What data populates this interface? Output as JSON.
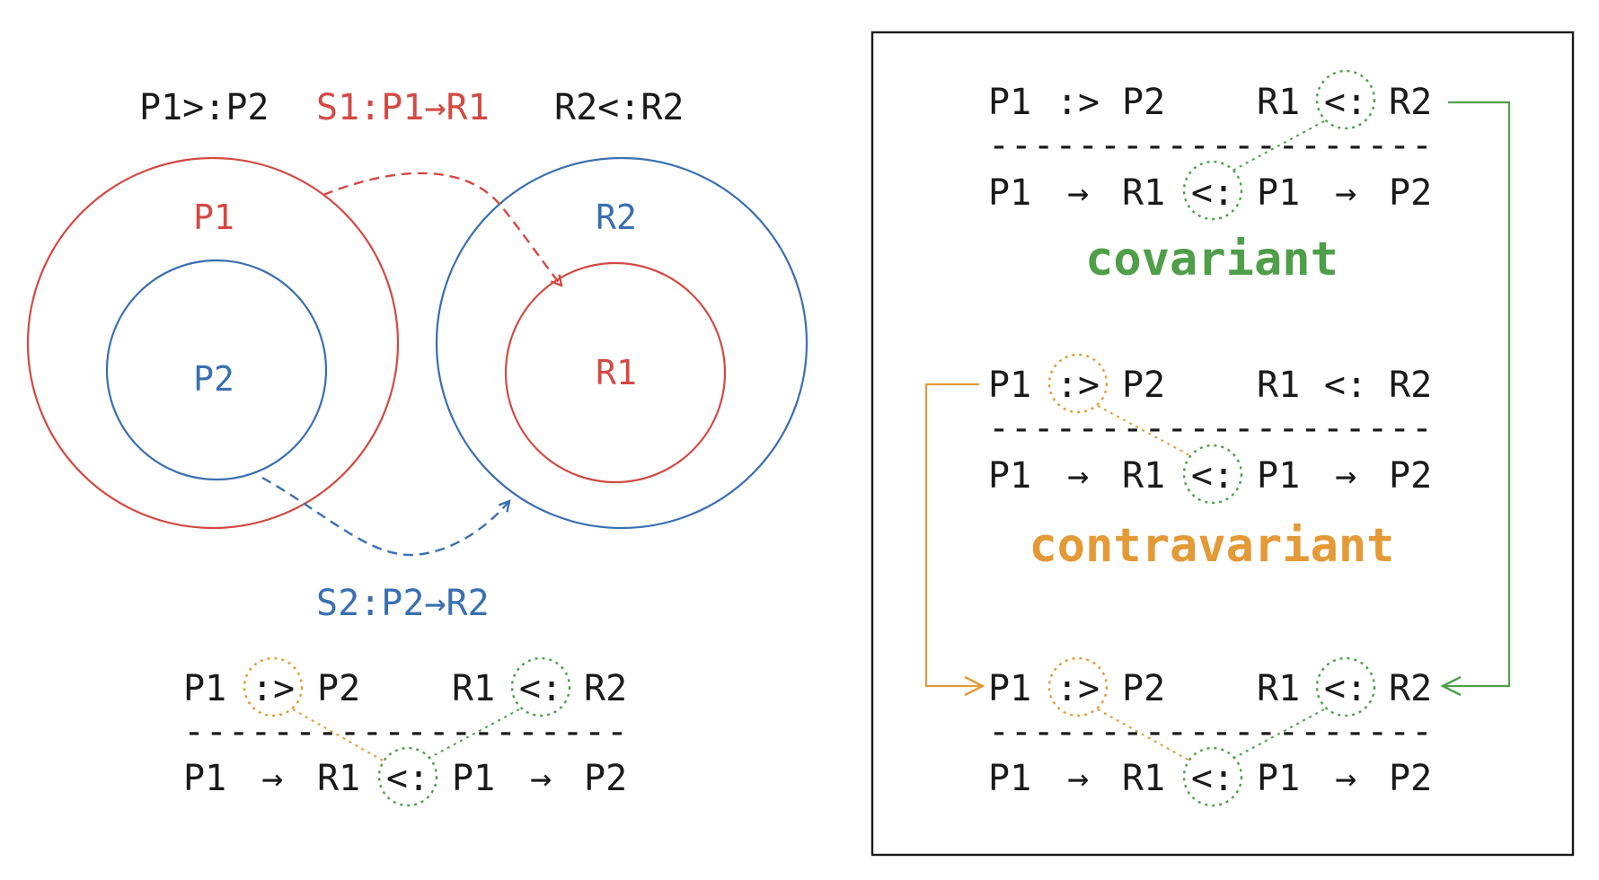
{
  "colors": {
    "red": "#d24a43",
    "blue": "#3a6fb0",
    "green": "#4f9e4a",
    "orange": "#e39a37",
    "dark": "#1a1a1a"
  },
  "header": {
    "p_rel": "P1>:P2",
    "s1": "S1:P1→R1",
    "r_rel": "R2<:R2"
  },
  "venn": {
    "p1": "P1",
    "p2": "P2",
    "r2": "R2",
    "r1": "R1",
    "s2": "S2:P2→R2"
  },
  "left_rule": {
    "p1": "P1",
    "sup": ":>",
    "p2": "P2",
    "r1": "R1",
    "sub": "<:",
    "r2": "R2",
    "bar": "--------------------",
    "f1": "P1",
    "arrow1": "→",
    "f1r": "R1",
    "fsub": "<:",
    "f2": "P1",
    "arrow2": "→",
    "f2r": "P2"
  },
  "right_panel": {
    "cov_rule": {
      "p1": "P1",
      "sup": ":>",
      "p2": "P2",
      "r1": "R1",
      "sub": "<:",
      "r2": "R2",
      "bar": "--------------------",
      "f1": "P1",
      "arrow1": "→",
      "f1r": "R1",
      "fsub": "<:",
      "f2": "P1",
      "arrow2": "→",
      "f2r": "P2"
    },
    "covariant": "covariant",
    "contra_rule": {
      "p1": "P1",
      "sup": ":>",
      "p2": "P2",
      "r1": "R1",
      "sub": "<:",
      "r2": "R2",
      "bar": "--------------------",
      "f1": "P1",
      "arrow1": "→",
      "f1r": "R1",
      "fsub": "<:",
      "f2": "P1",
      "arrow2": "→",
      "f2r": "P2"
    },
    "contravariant": "contravariant",
    "both_rule": {
      "p1": "P1",
      "sup": ":>",
      "p2": "P2",
      "r1": "R1",
      "sub": "<:",
      "r2": "R2",
      "bar": "--------------------",
      "f1": "P1",
      "arrow1": "→",
      "f1r": "R1",
      "fsub": "<:",
      "f2": "P1",
      "arrow2": "→",
      "f2r": "P2"
    }
  }
}
